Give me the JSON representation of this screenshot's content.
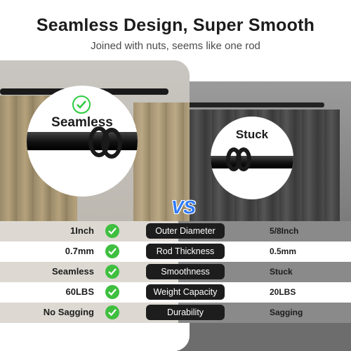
{
  "header": {
    "title": "Seamless Design, Super Smooth",
    "subtitle": "Joined with nuts, seems like one rod"
  },
  "left_panel": {
    "zoom_label": "Seamless"
  },
  "right_panel": {
    "zoom_label": "Stuck"
  },
  "vs_badge": "VS",
  "comparison": [
    {
      "left": "1Inch",
      "feature": "Outer Diameter",
      "right": "5/8Inch"
    },
    {
      "left": "0.7mm",
      "feature": "Rod Thickness",
      "right": "0.5mm"
    },
    {
      "left": "Seamless",
      "feature": "Smoothness",
      "right": "Stuck"
    },
    {
      "left": "60LBS",
      "feature": "Weight Capacity",
      "right": "20LBS"
    },
    {
      "left": "No Sagging",
      "feature": "Durability",
      "right": "Sagging"
    }
  ],
  "colors": {
    "check_green": "#3fbf3f",
    "vs_blue": "#2e7bff",
    "pill_dark": "#1d1d1d"
  }
}
